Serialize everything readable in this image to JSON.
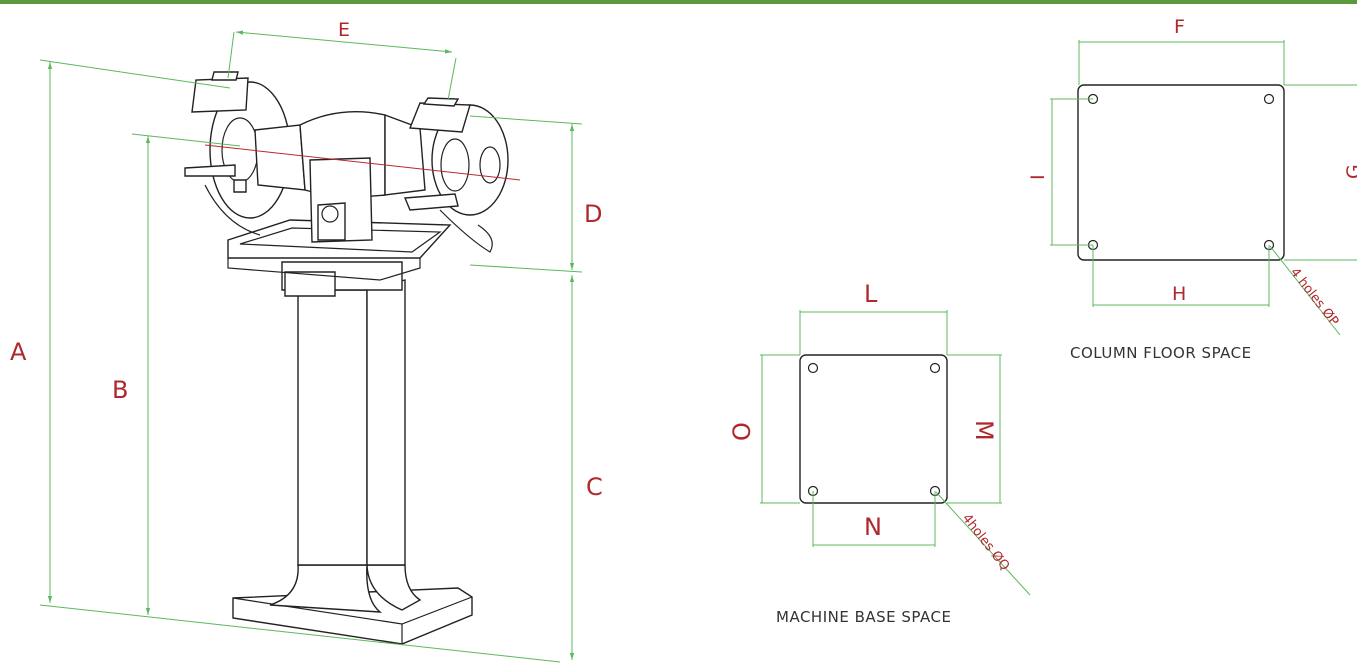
{
  "colors": {
    "accent_bar": "#5b9a3c",
    "dimension_line": "#5cb85c",
    "label": "#b0272d"
  },
  "machine": {
    "labels": {
      "A": "A",
      "B": "B",
      "C": "C",
      "D": "D",
      "E": "E"
    }
  },
  "column_floor_space": {
    "caption": "COLUMN FLOOR SPACE",
    "labels": {
      "F": "F",
      "G": "G",
      "H": "H",
      "I": "I"
    },
    "holes": "4 holes ØP"
  },
  "machine_base_space": {
    "caption": "MACHINE BASE SPACE",
    "labels": {
      "L": "L",
      "M": "M",
      "N": "N",
      "O": "O"
    },
    "holes": "4holes ØQ"
  }
}
